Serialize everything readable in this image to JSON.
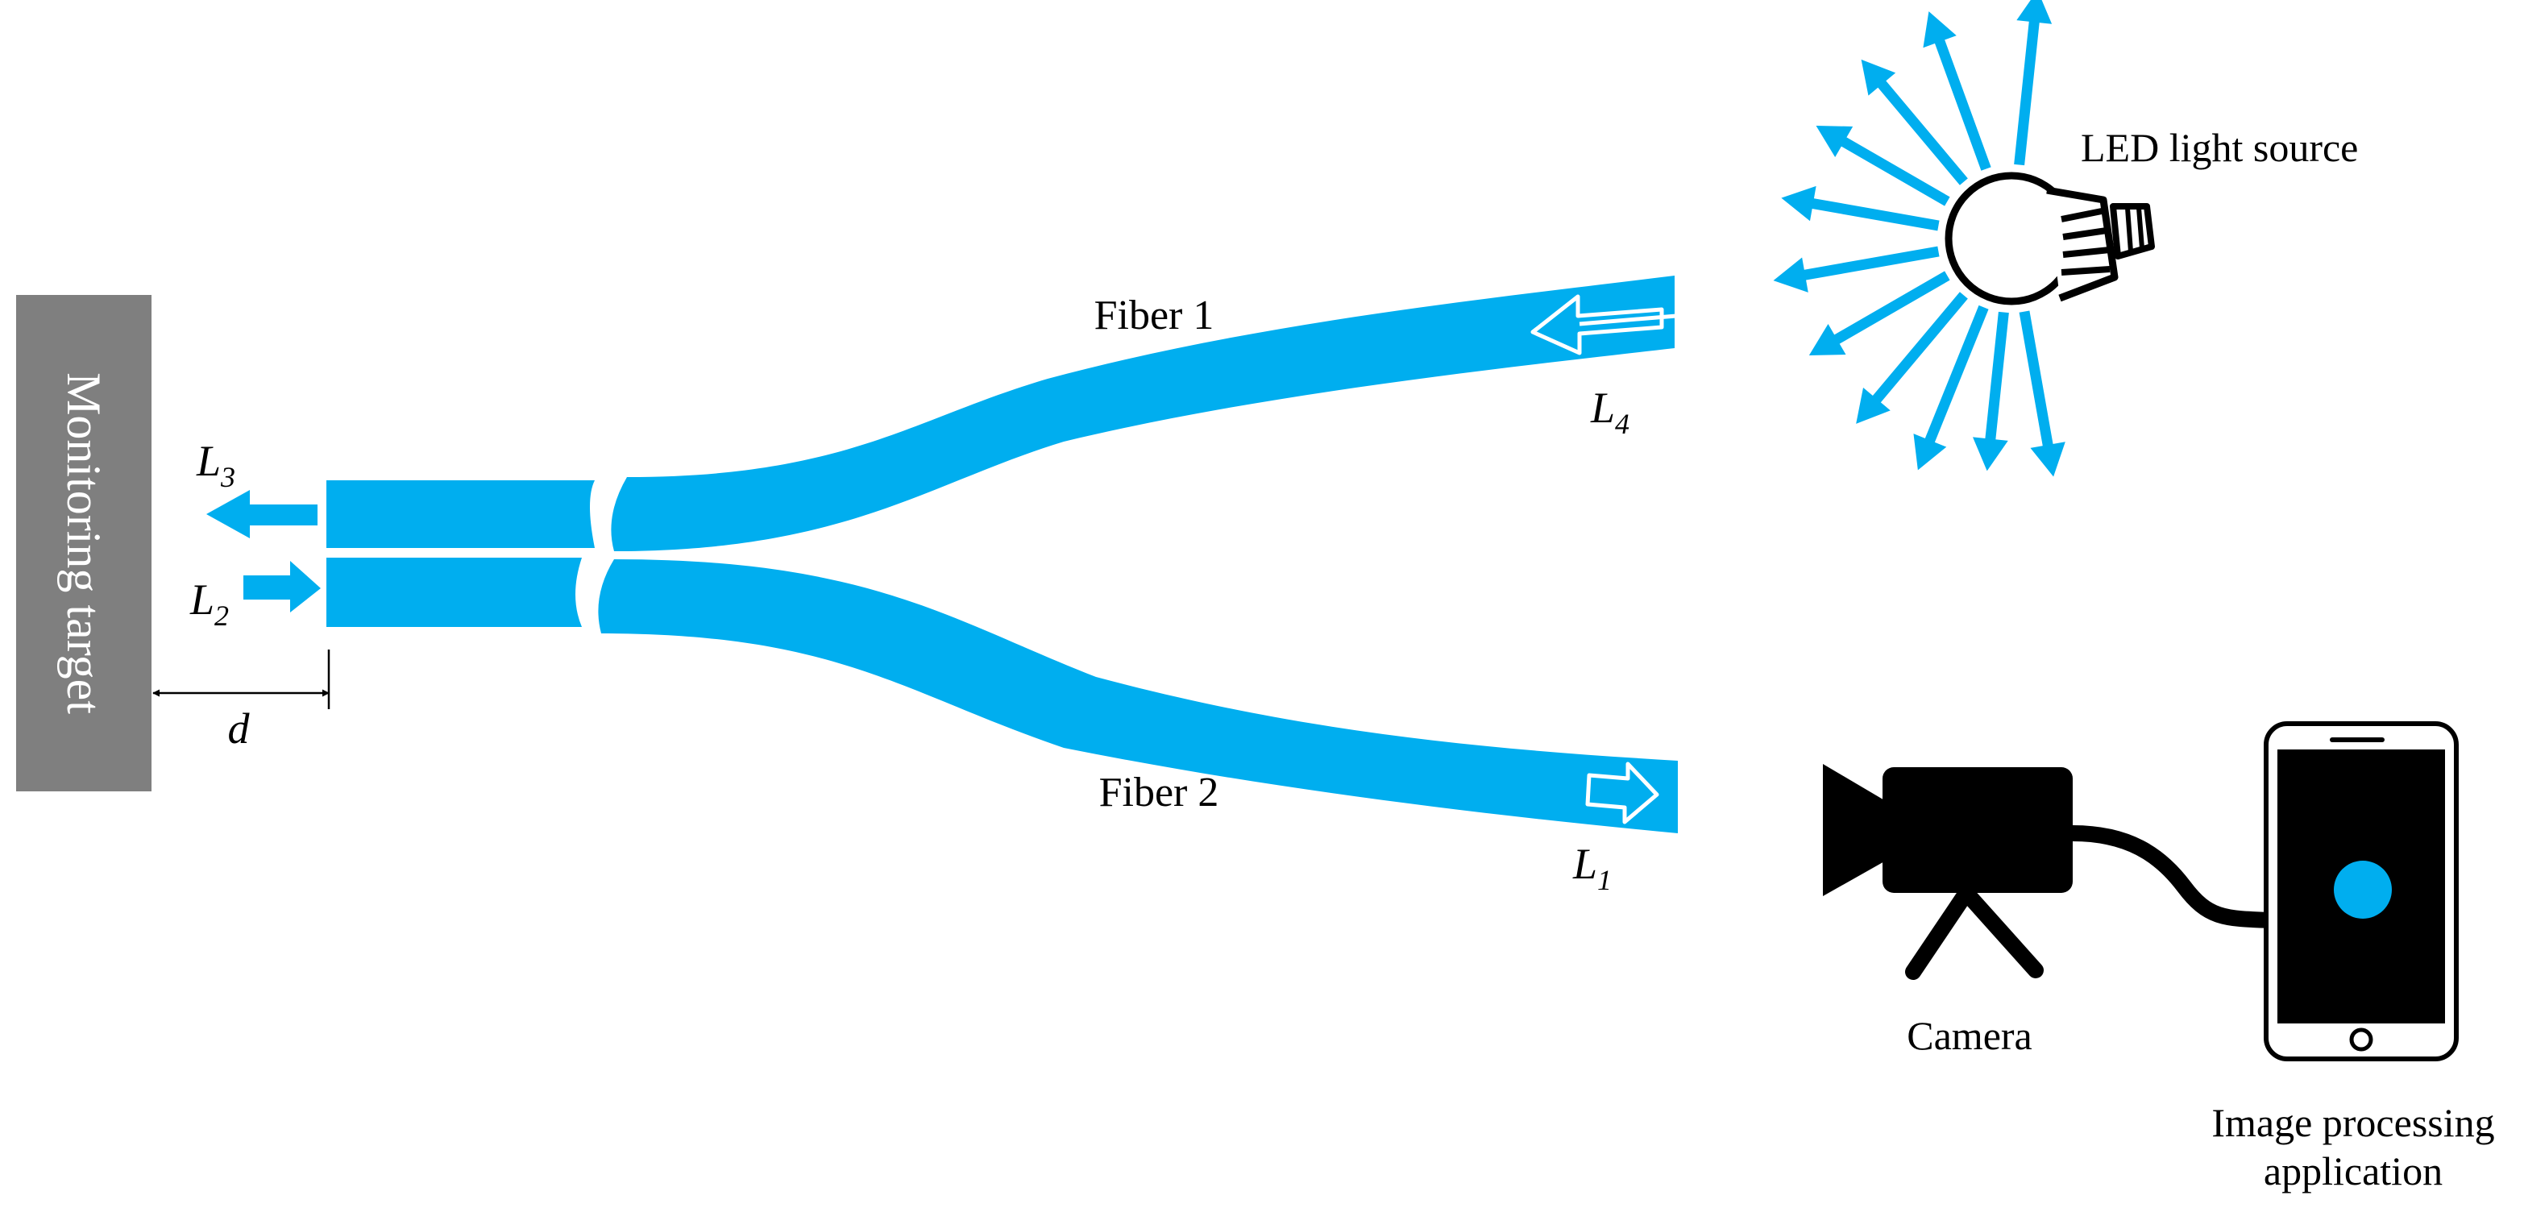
{
  "colors": {
    "fiber": "#00AEEF",
    "target": "#7F7F7F",
    "target_text": "#FFFFFF",
    "ink": "#000000",
    "screen_dot": "#00AEEF"
  },
  "labels": {
    "monitoring_target": "Monitoring target",
    "fiber1": "Fiber 1",
    "fiber2": "Fiber 2",
    "led": "LED light source",
    "camera": "Camera",
    "image_processing_line1": "Image processing",
    "image_processing_line2": "application",
    "distance": "d"
  },
  "light_signals": [
    {
      "letter": "L",
      "sub": "3",
      "direction": "out-to-target"
    },
    {
      "letter": "L",
      "sub": "2",
      "direction": "in-from-target"
    },
    {
      "letter": "L",
      "sub": "4",
      "direction": "into-fiber-1"
    },
    {
      "letter": "L",
      "sub": "1",
      "direction": "out-of-fiber-2"
    }
  ],
  "icons": [
    "led-bulb-icon",
    "video-camera-icon",
    "smartphone-icon"
  ]
}
